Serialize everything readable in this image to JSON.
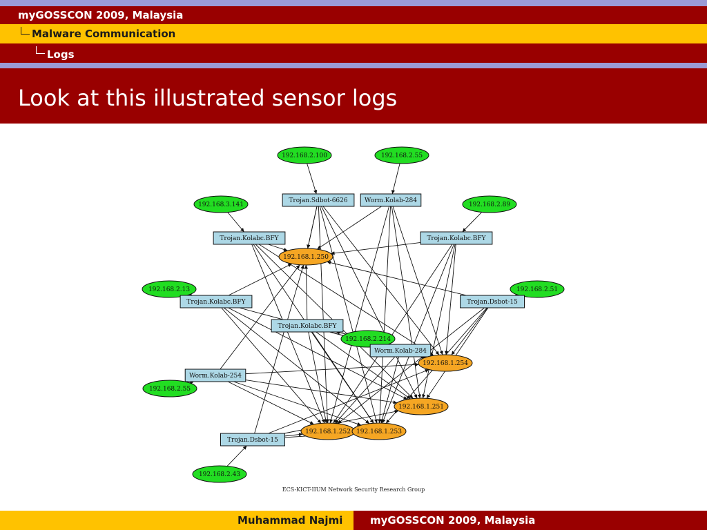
{
  "header": {
    "conference": "myGOSSCON 2009, Malaysia",
    "section": "Malware Communication",
    "subsection": "Logs",
    "slide_title": "Look at this illustrated sensor logs"
  },
  "graph": {
    "credit": "ECS-KICT-IIUM Network Security Research Group",
    "colors": {
      "attacker": "#22dd22",
      "target": "#f5a623",
      "malware": "#add8e6"
    },
    "nodes": [
      {
        "id": "a1",
        "type": "attacker",
        "label": "192.168.2.100"
      },
      {
        "id": "a2",
        "type": "attacker",
        "label": "192.168.2.55"
      },
      {
        "id": "a3",
        "type": "attacker",
        "label": "192.168.3.141"
      },
      {
        "id": "a4",
        "type": "attacker",
        "label": "192.168.2.89"
      },
      {
        "id": "a5",
        "type": "attacker",
        "label": "192.168.2.13"
      },
      {
        "id": "a6",
        "type": "attacker",
        "label": "192.168.2.51"
      },
      {
        "id": "a7",
        "type": "attacker",
        "label": "192.168.2.214"
      },
      {
        "id": "a8",
        "type": "attacker",
        "label": "192.168.2.55"
      },
      {
        "id": "a9",
        "type": "attacker",
        "label": "192.168.2.43"
      },
      {
        "id": "m1",
        "type": "malware",
        "label": "Trojan.Sdbot-6626"
      },
      {
        "id": "m2",
        "type": "malware",
        "label": "Worm.Kolab-284"
      },
      {
        "id": "m3",
        "type": "malware",
        "label": "Trojan.Kolabc.BFY"
      },
      {
        "id": "m4",
        "type": "malware",
        "label": "Trojan.Kolabc.BFY"
      },
      {
        "id": "m5",
        "type": "malware",
        "label": "Trojan.Kolabc.BFY"
      },
      {
        "id": "m6",
        "type": "malware",
        "label": "Trojan.Dsbot-15"
      },
      {
        "id": "m7",
        "type": "malware",
        "label": "Trojan.Kolabc.BFY"
      },
      {
        "id": "m8",
        "type": "malware",
        "label": "Worm.Kolab-284"
      },
      {
        "id": "m9",
        "type": "malware",
        "label": "Worm.Kolab-254"
      },
      {
        "id": "m10",
        "type": "malware",
        "label": "Trojan.Dsbot-15"
      },
      {
        "id": "t1",
        "type": "target",
        "label": "192.168.1.250"
      },
      {
        "id": "t2",
        "type": "target",
        "label": "192.168.1.254"
      },
      {
        "id": "t3",
        "type": "target",
        "label": "192.168.1.251"
      },
      {
        "id": "t4",
        "type": "target",
        "label": "192.168.1.252"
      },
      {
        "id": "t5",
        "type": "target",
        "label": "192.168.1.253"
      }
    ],
    "edges": [
      [
        "a1",
        "m1"
      ],
      [
        "a2",
        "m2"
      ],
      [
        "a3",
        "m3"
      ],
      [
        "a4",
        "m4"
      ],
      [
        "a5",
        "m5"
      ],
      [
        "a6",
        "m6"
      ],
      [
        "a7",
        "m7"
      ],
      [
        "a8",
        "m9"
      ],
      [
        "a9",
        "m10"
      ],
      [
        "m1",
        "t1"
      ],
      [
        "m1",
        "t2"
      ],
      [
        "m1",
        "t3"
      ],
      [
        "m1",
        "t4"
      ],
      [
        "m1",
        "t5"
      ],
      [
        "m1",
        "t1"
      ],
      [
        "m2",
        "t1"
      ],
      [
        "m2",
        "t2"
      ],
      [
        "m2",
        "t3"
      ],
      [
        "m2",
        "t4"
      ],
      [
        "m2",
        "t5"
      ],
      [
        "m3",
        "t1"
      ],
      [
        "m3",
        "t2"
      ],
      [
        "m3",
        "t3"
      ],
      [
        "m3",
        "t4"
      ],
      [
        "m3",
        "t5"
      ],
      [
        "m4",
        "t1"
      ],
      [
        "m4",
        "t2"
      ],
      [
        "m4",
        "t3"
      ],
      [
        "m4",
        "t4"
      ],
      [
        "m4",
        "t5"
      ],
      [
        "m5",
        "t1"
      ],
      [
        "m5",
        "t2"
      ],
      [
        "m5",
        "t3"
      ],
      [
        "m5",
        "t4"
      ],
      [
        "m5",
        "t5"
      ],
      [
        "m6",
        "t1"
      ],
      [
        "m6",
        "t2"
      ],
      [
        "m6",
        "t3"
      ],
      [
        "m6",
        "t4"
      ],
      [
        "m6",
        "t5"
      ],
      [
        "m7",
        "t2"
      ],
      [
        "m7",
        "t3"
      ],
      [
        "m7",
        "t4"
      ],
      [
        "m7",
        "t5"
      ],
      [
        "m7",
        "t1"
      ],
      [
        "m8",
        "t2"
      ],
      [
        "m8",
        "t4"
      ],
      [
        "m8",
        "t5"
      ],
      [
        "m9",
        "t1"
      ],
      [
        "m9",
        "t2"
      ],
      [
        "m9",
        "t3"
      ],
      [
        "m9",
        "t4"
      ],
      [
        "m9",
        "t5"
      ],
      [
        "m10",
        "t1"
      ],
      [
        "m10",
        "t2"
      ],
      [
        "m10",
        "t3"
      ],
      [
        "m10",
        "t4"
      ],
      [
        "m10",
        "t5"
      ]
    ]
  },
  "footer": {
    "author": "Muhammad Najmi",
    "conference": "myGOSSCON 2009, Malaysia"
  }
}
